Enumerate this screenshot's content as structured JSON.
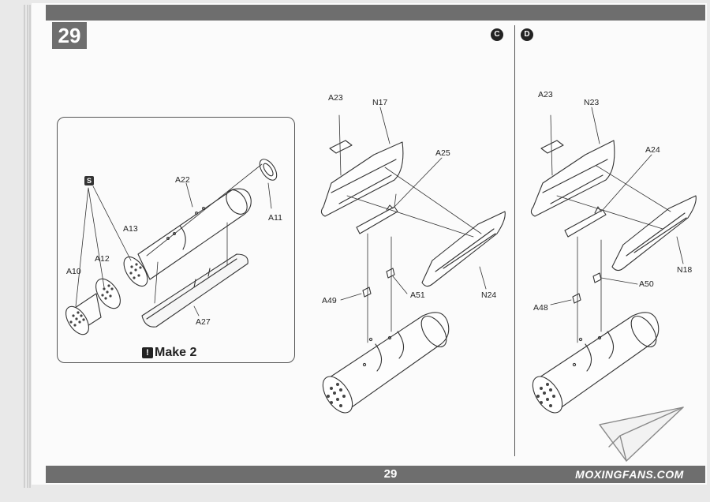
{
  "step_number": "29",
  "page_number": "29",
  "views": {
    "c": "C",
    "d": "D"
  },
  "subassembly_note": "Make 2",
  "glue_symbol": "S",
  "watermark": "MOXINGFANS.COM",
  "labels": {
    "a10": "A10",
    "a12": "A12",
    "a13": "A13",
    "a22": "A22",
    "a11": "A11",
    "a27": "A27",
    "c_a23": "A23",
    "c_n17": "N17",
    "c_a25": "A25",
    "c_a49": "A49",
    "c_a51": "A51",
    "c_n24": "N24",
    "d_a23": "A23",
    "d_n23": "N23",
    "d_a24": "A24",
    "d_n18": "N18",
    "d_a50": "A50",
    "d_a48": "A48"
  }
}
